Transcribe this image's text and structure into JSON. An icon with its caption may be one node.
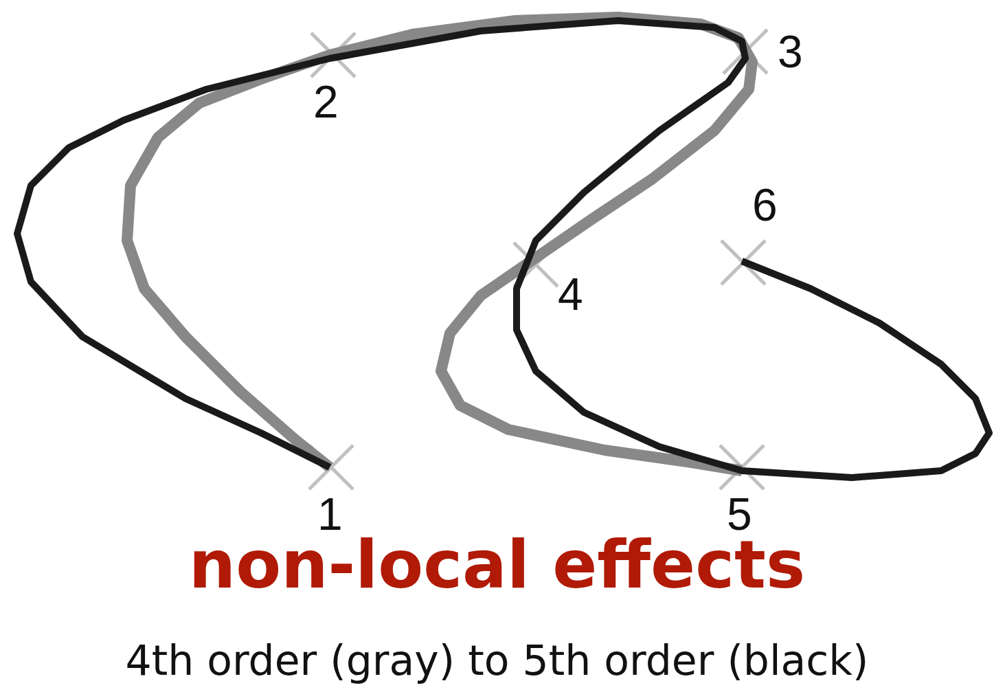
{
  "diagram": {
    "title": "non-local effects",
    "caption": "4th order (gray) to 5th order (black)",
    "labels": [
      "3",
      "2",
      "6",
      "4",
      "1",
      "5"
    ]
  }
}
